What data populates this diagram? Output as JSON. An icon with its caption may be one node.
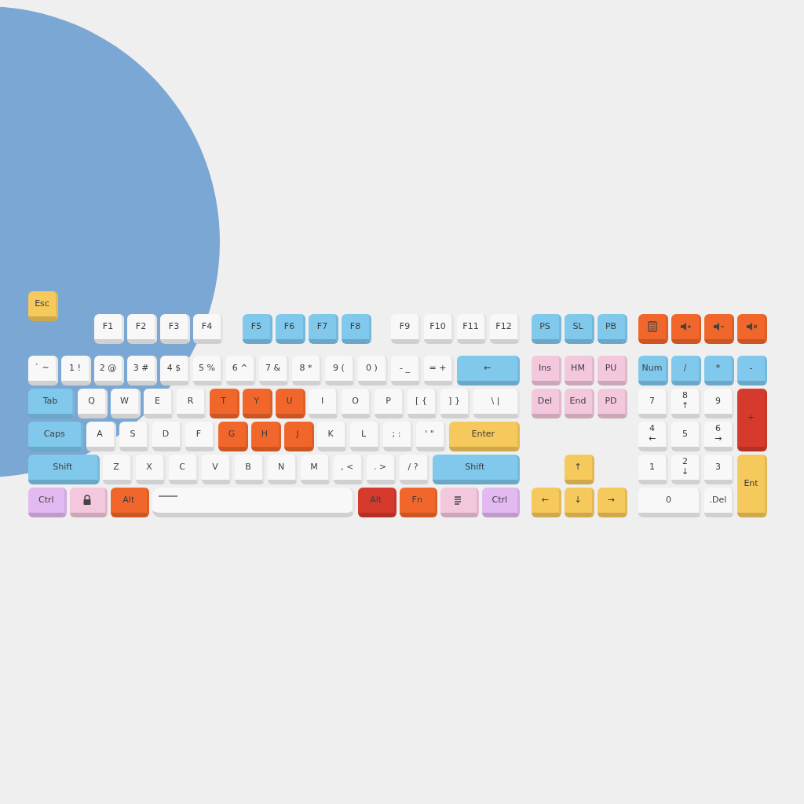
{
  "diagram": {
    "nodes": [
      {
        "text": [
          "Esc"
        ]
      },
      {
        "text": [
          "F1"
        ]
      },
      {
        "text": [
          "F2"
        ]
      },
      {
        "text": [
          "F3"
        ]
      },
      {
        "text": [
          "F4"
        ]
      },
      {
        "text": [
          "F5"
        ]
      },
      {
        "text": [
          "F6"
        ]
      },
      {
        "text": [
          "F7"
        ]
      },
      {
        "text": [
          "F8"
        ]
      },
      {
        "text": [
          "F9"
        ]
      },
      {
        "text": [
          "F10"
        ]
      },
      {
        "text": [
          "F11"
        ]
      },
      {
        "text": [
          "F12"
        ]
      },
      {
        "text": [
          "PS"
        ]
      },
      {
        "text": [
          "SL"
        ]
      },
      {
        "text": [
          "PB"
        ]
      },
      {
        "text": [],
        "shape": "box"
      },
      {
        "text": [],
        "shape": "box"
      },
      {
        "text": [],
        "shape": "box"
      },
      {
        "text": [],
        "shape": "box"
      },
      {
        "text": [
          "` ~"
        ]
      },
      {
        "text": [
          "1 !"
        ]
      },
      {
        "text": [
          "2 @"
        ]
      },
      {
        "text": [
          "3 #"
        ]
      },
      {
        "text": [
          "4 $"
        ]
      },
      {
        "text": [
          "5 %"
        ]
      },
      {
        "text": [
          "6 ^"
        ]
      },
      {
        "text": [
          "7 &"
        ]
      },
      {
        "text": [
          "8 *"
        ]
      },
      {
        "text": [
          "9 ("
        ]
      },
      {
        "text": [
          "0 )"
        ]
      },
      {
        "text": [
          "- _"
        ]
      },
      {
        "text": [
          "= +"
        ]
      },
      {
        "text": [
          "←"
        ]
      },
      {
        "text": [
          "Ins"
        ]
      },
      {
        "text": [
          "HM"
        ]
      },
      {
        "text": [
          "PU"
        ]
      },
      {
        "text": [
          "Num"
        ]
      },
      {
        "text": [
          "/"
        ]
      },
      {
        "text": [
          "*"
        ]
      },
      {
        "text": [
          "-"
        ]
      },
      {
        "text": [
          "Tab"
        ]
      },
      {
        "text": [
          "Q"
        ]
      },
      {
        "text": [
          "W"
        ]
      },
      {
        "text": [
          "E"
        ]
      },
      {
        "text": [
          "R"
        ]
      },
      {
        "text": [
          "T"
        ]
      },
      {
        "text": [
          "Y"
        ]
      },
      {
        "text": [
          "U"
        ]
      },
      {
        "text": [
          "I"
        ]
      },
      {
        "text": [
          "O"
        ]
      },
      {
        "text": [
          "P"
        ]
      },
      {
        "text": [
          "[ {"
        ]
      },
      {
        "text": [
          "] }"
        ]
      },
      {
        "text": [
          "\\ |"
        ]
      },
      {
        "text": [
          "Del"
        ]
      },
      {
        "text": [
          "End"
        ]
      },
      {
        "text": [
          "PD"
        ]
      },
      {
        "text": [
          "7"
        ]
      },
      {
        "text": [
          "8",
          "↑"
        ]
      },
      {
        "text": [
          "9"
        ]
      },
      {
        "text": [
          "+"
        ]
      },
      {
        "text": [
          "Caps"
        ]
      },
      {
        "text": [
          "A"
        ]
      },
      {
        "text": [
          "S"
        ]
      },
      {
        "text": [
          "D"
        ]
      },
      {
        "text": [
          "F"
        ]
      },
      {
        "text": [
          "G"
        ]
      },
      {
        "text": [
          "H"
        ]
      },
      {
        "text": [
          "J"
        ]
      },
      {
        "text": [
          "K"
        ]
      },
      {
        "text": [
          "L"
        ]
      },
      {
        "text": [
          "; :"
        ]
      },
      {
        "text": [
          "' \""
        ]
      },
      {
        "text": [
          "Enter"
        ]
      },
      {
        "text": [
          "4",
          "←"
        ]
      },
      {
        "text": [
          "5"
        ]
      },
      {
        "text": [
          "6",
          "→"
        ]
      },
      {
        "text": [
          "Shift"
        ]
      },
      {
        "text": [
          "Z"
        ]
      },
      {
        "text": [
          "X"
        ]
      },
      {
        "text": [
          "C"
        ]
      },
      {
        "text": [
          "V"
        ]
      },
      {
        "text": [
          "B"
        ]
      },
      {
        "text": [
          "N"
        ]
      },
      {
        "text": [
          "M"
        ]
      },
      {
        "text": [
          ", <"
        ]
      },
      {
        "text": [
          ". >"
        ]
      },
      {
        "text": [
          "/ ?"
        ]
      },
      {
        "text": [
          "Shift"
        ]
      },
      {
        "text": [
          "↑"
        ]
      },
      {
        "text": [
          "1"
        ]
      },
      {
        "text": [
          "2",
          "↓"
        ]
      },
      {
        "text": [
          "3"
        ]
      },
      {
        "text": [
          "Ent"
        ]
      },
      {
        "text": [
          "Ctrl"
        ]
      },
      {
        "text": [],
        "shape": "box"
      },
      {
        "text": [
          "Alt"
        ]
      },
      {
        "text": [],
        "shape": "bar"
      },
      {
        "text": [
          "Alt"
        ]
      },
      {
        "text": [
          "Fn"
        ]
      },
      {
        "text": [],
        "shape": "box"
      },
      {
        "text": [
          "Ctrl"
        ]
      },
      {
        "text": [
          "←"
        ]
      },
      {
        "text": [
          "↓"
        ]
      },
      {
        "text": [
          "→"
        ]
      },
      {
        "text": [
          "0"
        ]
      },
      {
        "text": [
          ".Del"
        ]
      }
    ]
  }
}
